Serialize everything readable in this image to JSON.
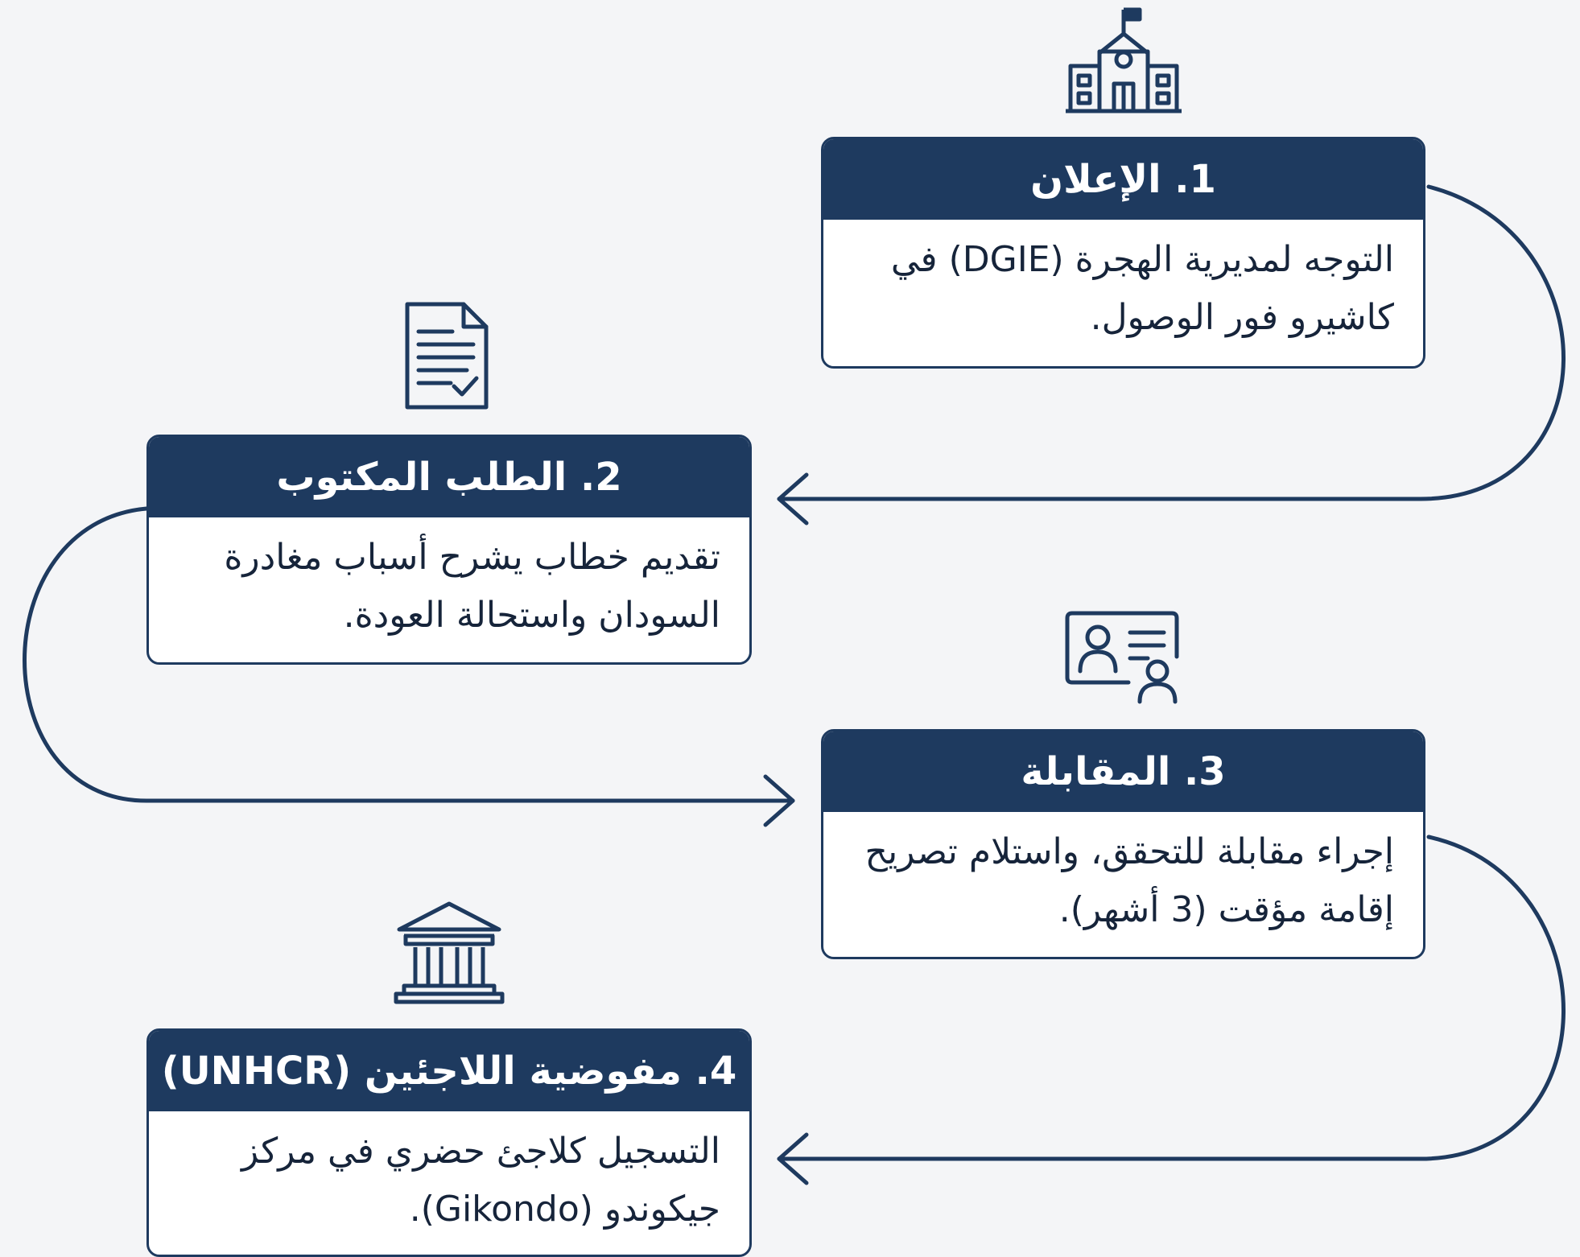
{
  "colors": {
    "navy": "#1e3a5f",
    "text": "#16243a",
    "background": "#f4f5f7",
    "card": "#ffffff"
  },
  "steps": [
    {
      "title": "1. الإعلان",
      "body": "التوجه لمديرية الهجرة (DGIE) في كاشيرو فور الوصول.",
      "icon": "school-building-icon"
    },
    {
      "title": "2. الطلب المكتوب",
      "body": "تقديم خطاب يشرح أسباب مغادرة السودان واستحالة العودة.",
      "icon": "document-check-icon"
    },
    {
      "title": "3. المقابلة",
      "body": "إجراء مقابلة للتحقق، واستلام تصريح إقامة مؤقت (3 أشهر).",
      "icon": "id-card-person-icon"
    },
    {
      "title": "4. مفوضية اللاجئين (UNHCR)",
      "body": "التسجيل كلاجئ حضري في مركز جيكوندو (Gikondo).",
      "icon": "government-building-icon"
    }
  ]
}
